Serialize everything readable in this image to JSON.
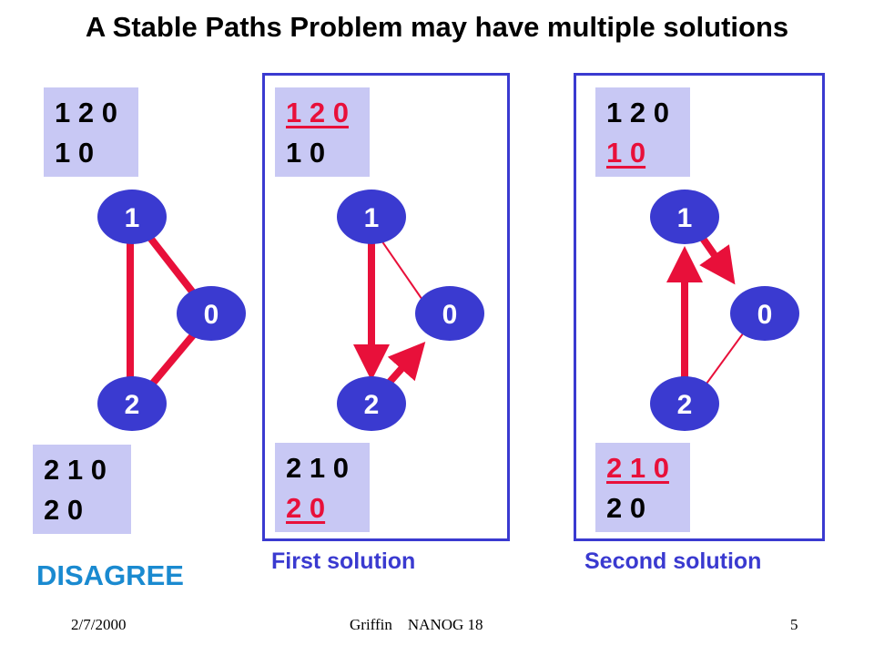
{
  "title": "A Stable Paths Problem may have multiple solutions",
  "colors": {
    "frame": "#3a3ad0",
    "box": "#c8c8f4",
    "node": "#3a3ad0",
    "edge": "#e8103a",
    "disagree": "#1a8ad0"
  },
  "panels": [
    {
      "node1_paths": [
        "1 2 0",
        "1 0"
      ],
      "node2_paths": [
        "2 1 0",
        "2 0"
      ],
      "chosen_node1": -1,
      "chosen_node2": -1,
      "caption": "DISAGREE"
    },
    {
      "node1_paths": [
        "1 2 0",
        "1 0"
      ],
      "node2_paths": [
        "2 1 0",
        "2 0"
      ],
      "chosen_node1": 0,
      "chosen_node2": 1,
      "caption": "First solution"
    },
    {
      "node1_paths": [
        "1 2 0",
        "1 0"
      ],
      "node2_paths": [
        "2 1 0",
        "2 0"
      ],
      "chosen_node1": 1,
      "chosen_node2": 0,
      "caption": "Second solution"
    }
  ],
  "nodes": [
    "1",
    "0",
    "2"
  ],
  "footer": {
    "date": "2/7/2000",
    "center": "Griffin    NANOG 18",
    "page": "5"
  }
}
